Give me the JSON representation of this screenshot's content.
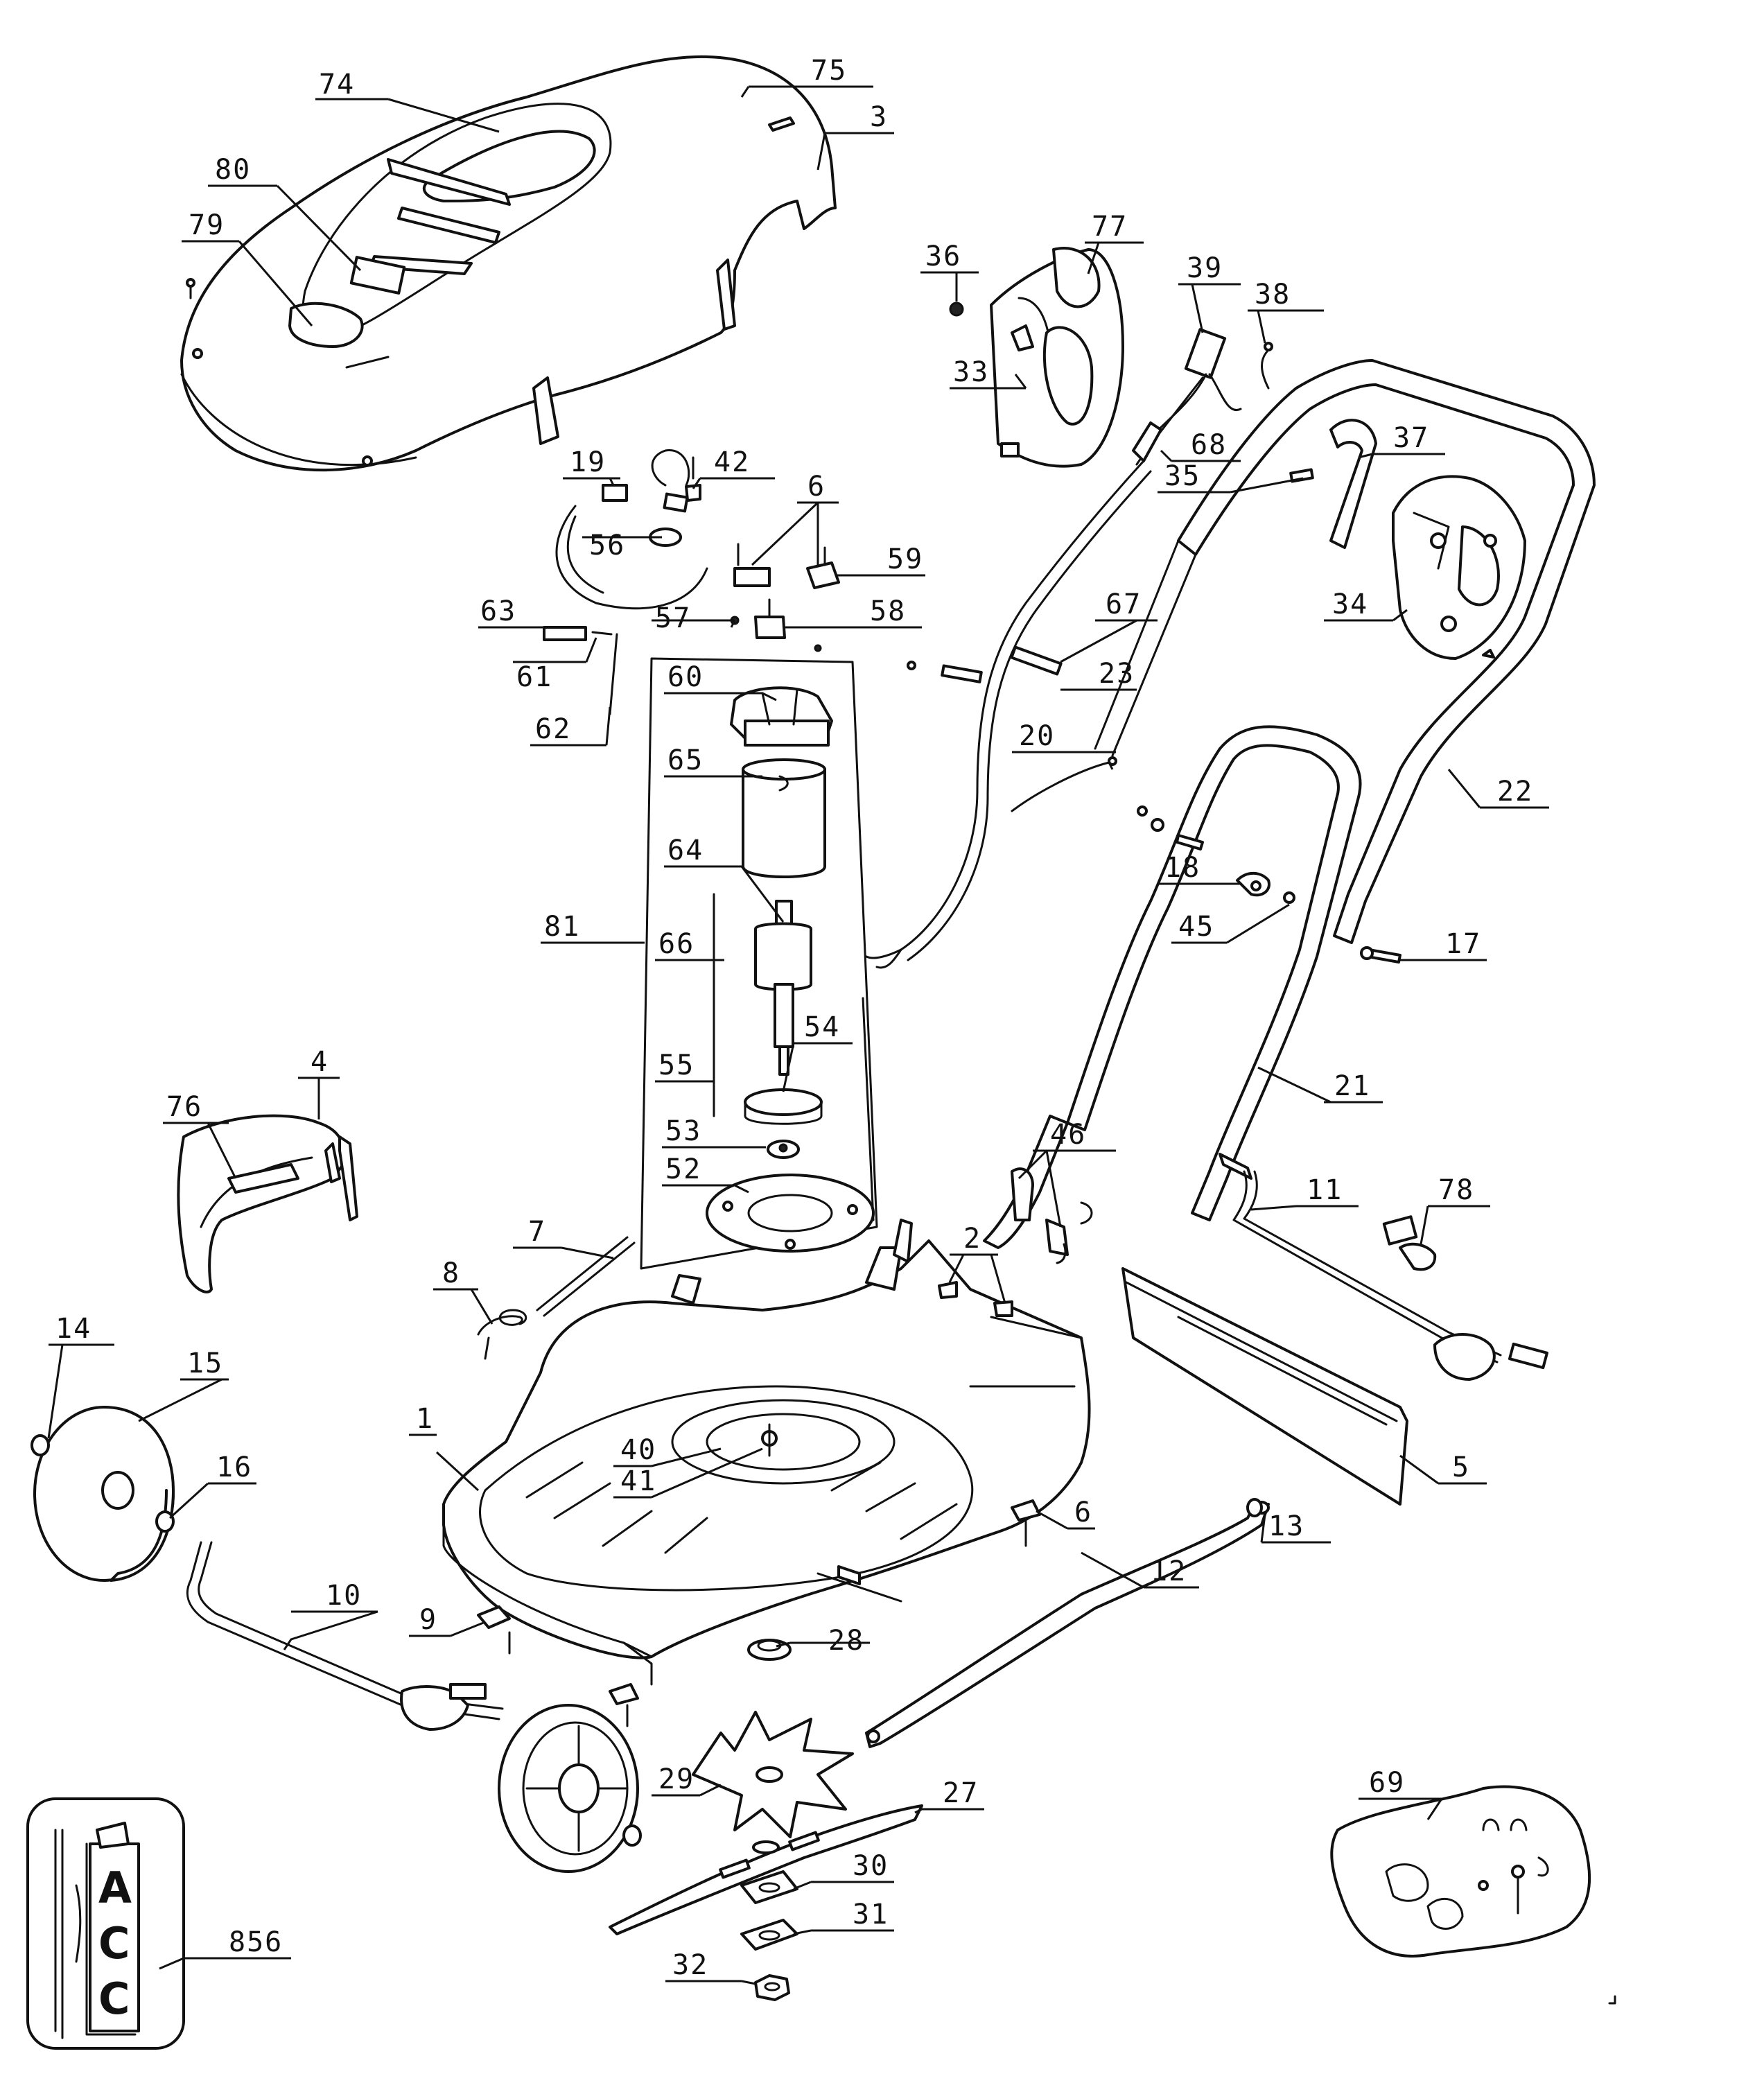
{
  "callouts": {
    "c74": "74",
    "c75": "75",
    "c3": "3",
    "c80": "80",
    "c79": "79",
    "c36": "36",
    "c77": "77",
    "c39": "39",
    "c38": "38",
    "c33": "33",
    "c68": "68",
    "c37": "37",
    "c35": "35",
    "c34": "34",
    "c19": "19",
    "c42": "42",
    "c56": "56",
    "c6a": "6",
    "c59": "59",
    "c63": "63",
    "c57": "57",
    "c58": "58",
    "c61": "61",
    "c62": "62",
    "c67": "67",
    "c23": "23",
    "c60": "60",
    "c65": "65",
    "c20": "20",
    "c22": "22",
    "c64": "64",
    "c18": "18",
    "c45": "45",
    "c17": "17",
    "c81": "81",
    "c66": "66",
    "c54": "54",
    "c55": "55",
    "c21": "21",
    "c4": "4",
    "c76": "76",
    "c53": "53",
    "c46": "46",
    "c52": "52",
    "c78": "78",
    "c11": "11",
    "c7": "7",
    "c2": "2",
    "c8": "8",
    "c14": "14",
    "c15": "15",
    "c1": "1",
    "c5": "5",
    "c40": "40",
    "c41": "41",
    "c16": "16",
    "c6b": "6",
    "c13": "13",
    "c12": "12",
    "c10": "10",
    "c9": "9",
    "c28": "28",
    "c29": "29",
    "c27": "27",
    "c69": "69",
    "c856": "856",
    "c30": "30",
    "c31": "31",
    "c32": "32"
  },
  "label_box": {
    "l1": "A",
    "l2": "C",
    "l3": "C"
  }
}
